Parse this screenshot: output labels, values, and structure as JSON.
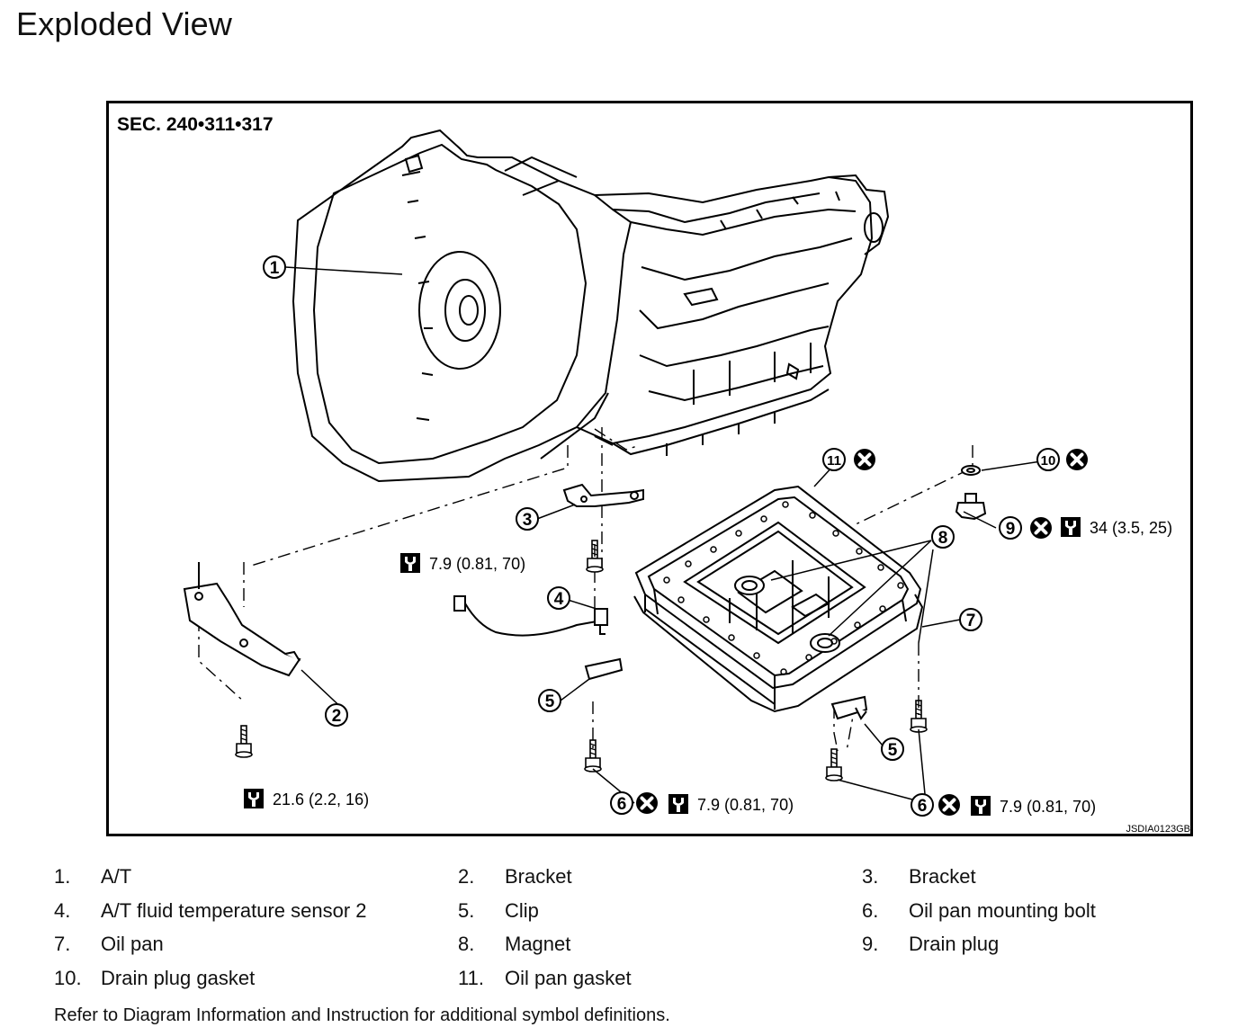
{
  "page": {
    "title": "Exploded View"
  },
  "diagram": {
    "section": "SEC. 240•311•317",
    "code": "JSDIA0123GB",
    "torques": {
      "bracket_bolt": "21.6 (2.2, 16)",
      "sensor_bolt": "7.9 (0.81, 70)",
      "pan_bolt_left": "7.9 (0.81, 70)",
      "pan_bolt_right": "7.9 (0.81, 70)",
      "drain_plug": "34 (3.5, 25)"
    },
    "callouts": [
      "1",
      "2",
      "3",
      "4",
      "5",
      "5",
      "6",
      "6",
      "7",
      "8",
      "9",
      "10",
      "11"
    ],
    "icons": [
      "torque-wrench-icon",
      "do-not-reuse-icon"
    ]
  },
  "legend": [
    [
      {
        "num": "1.",
        "label": "A/T"
      },
      {
        "num": "2.",
        "label": "Bracket"
      },
      {
        "num": "3.",
        "label": "Bracket"
      }
    ],
    [
      {
        "num": "4.",
        "label": "A/T fluid temperature sensor 2"
      },
      {
        "num": "5.",
        "label": "Clip"
      },
      {
        "num": "6.",
        "label": "Oil pan mounting bolt"
      }
    ],
    [
      {
        "num": "7.",
        "label": "Oil pan"
      },
      {
        "num": "8.",
        "label": "Magnet"
      },
      {
        "num": "9.",
        "label": "Drain plug"
      }
    ],
    [
      {
        "num": "10.",
        "label": "Drain plug gasket"
      },
      {
        "num": "11.",
        "label": "Oil pan gasket"
      }
    ]
  ],
  "footnote": "Refer to Diagram Information and Instruction for additional symbol definitions."
}
